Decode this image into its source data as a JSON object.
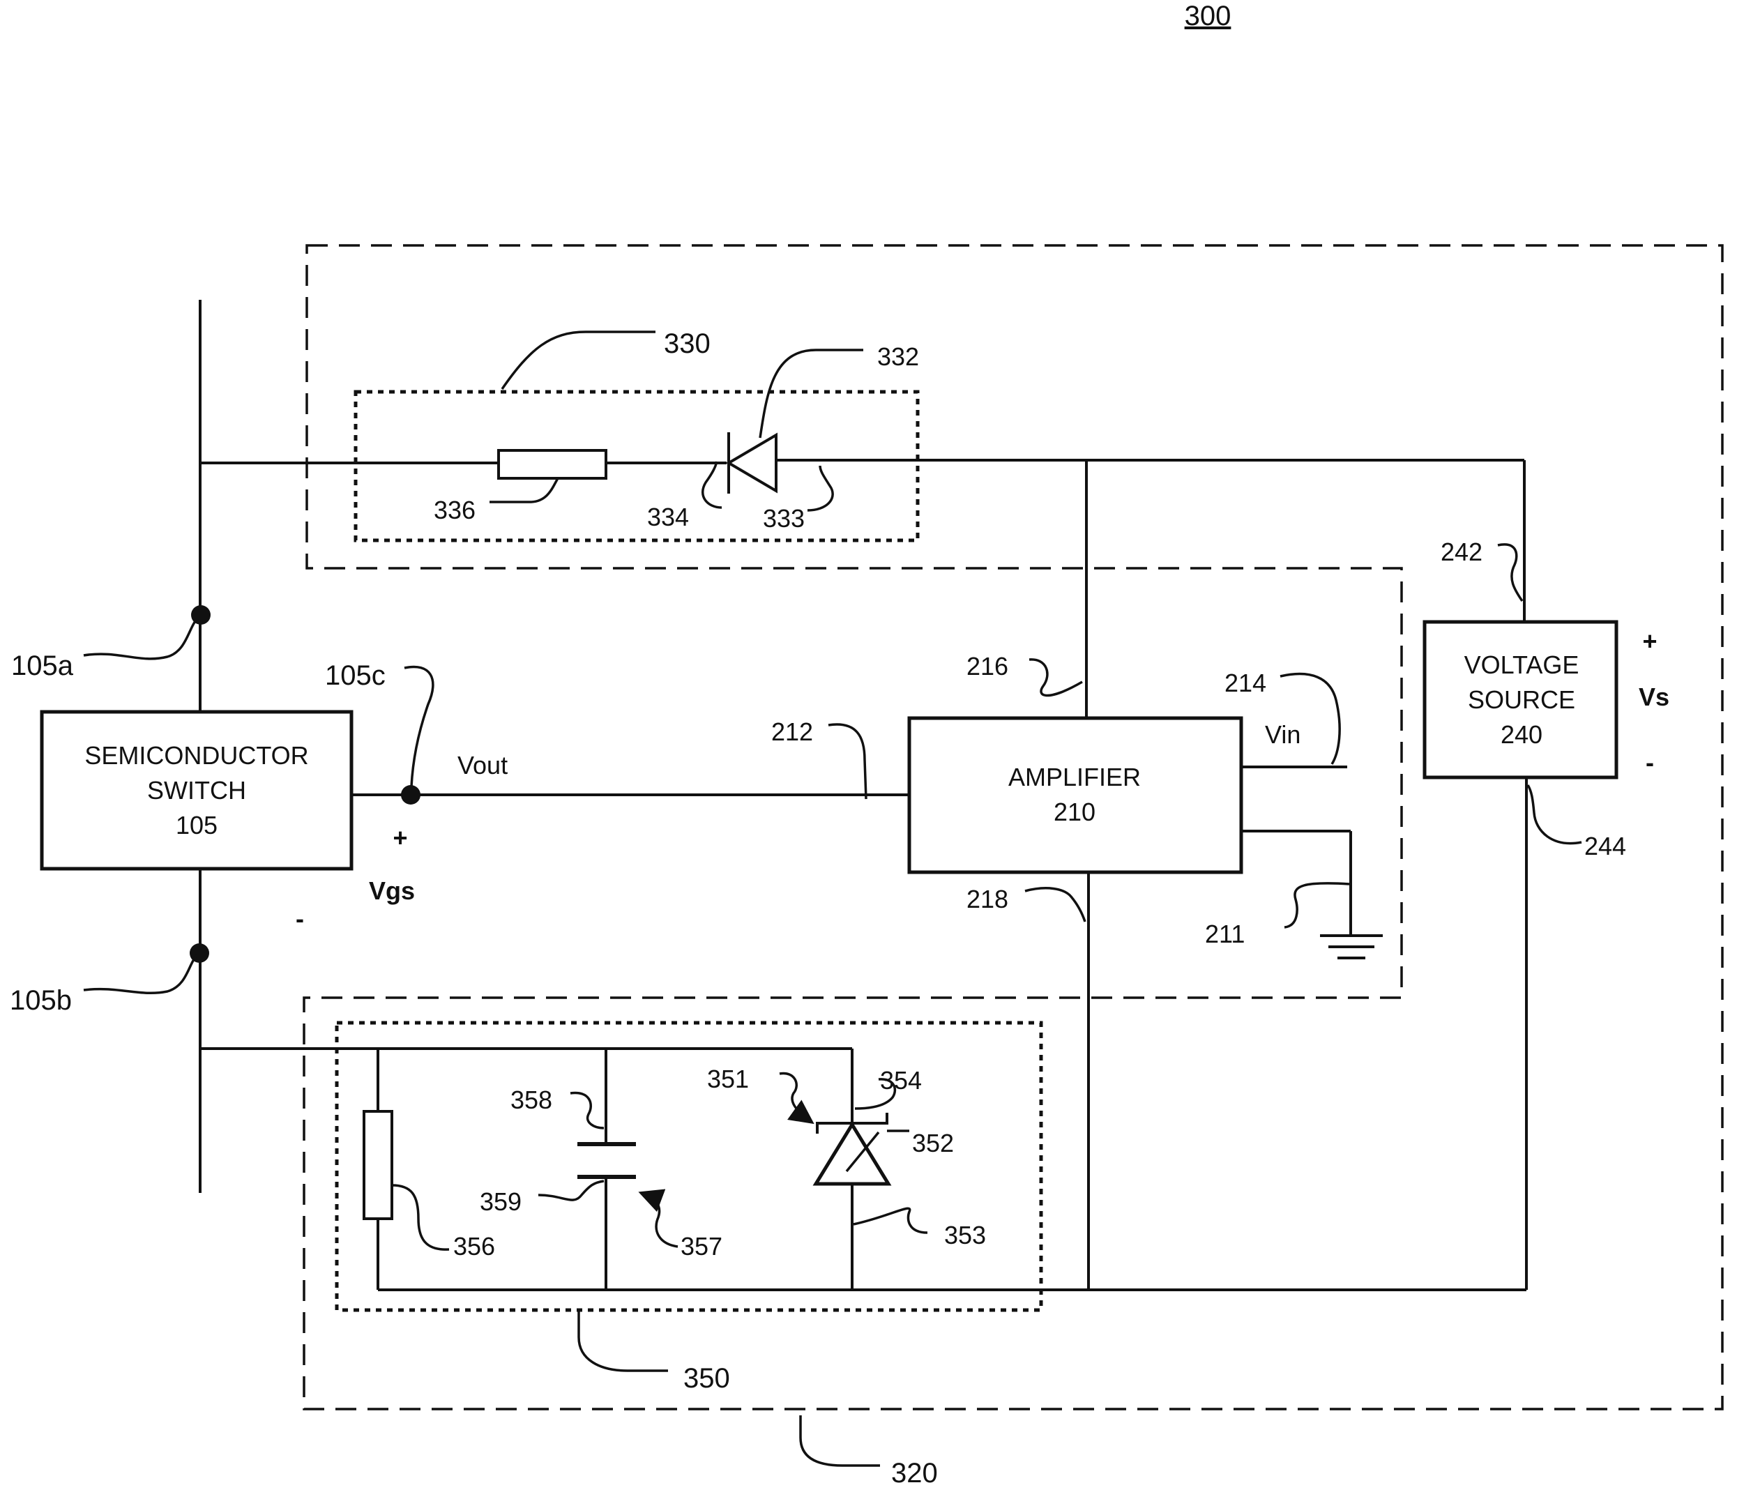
{
  "figure": {
    "number": "300"
  },
  "blocks": {
    "switch": {
      "line1": "SEMICONDUCTOR",
      "line2": "SWITCH",
      "ref": "105"
    },
    "amplifier": {
      "line1": "AMPLIFIER",
      "ref": "210"
    },
    "source": {
      "line1": "VOLTAGE",
      "line2": "SOURCE",
      "ref": "240"
    }
  },
  "signals": {
    "vout": "Vout",
    "vin": "Vin",
    "vgs": "Vgs",
    "vs": "Vs",
    "plus": "+",
    "minus": "-"
  },
  "refs": {
    "r105a": "105a",
    "r105b": "105b",
    "r105c": "105c",
    "r211": "211",
    "r212": "212",
    "r214": "214",
    "r216": "216",
    "r218": "218",
    "r242": "242",
    "r244": "244",
    "r320": "320",
    "r330": "330",
    "r332": "332",
    "r333": "333",
    "r334": "334",
    "r336": "336",
    "r350": "350",
    "r351": "351",
    "r352": "352",
    "r353": "353",
    "r354": "354",
    "r356": "356",
    "r357": "357",
    "r358": "358",
    "r359": "359"
  }
}
